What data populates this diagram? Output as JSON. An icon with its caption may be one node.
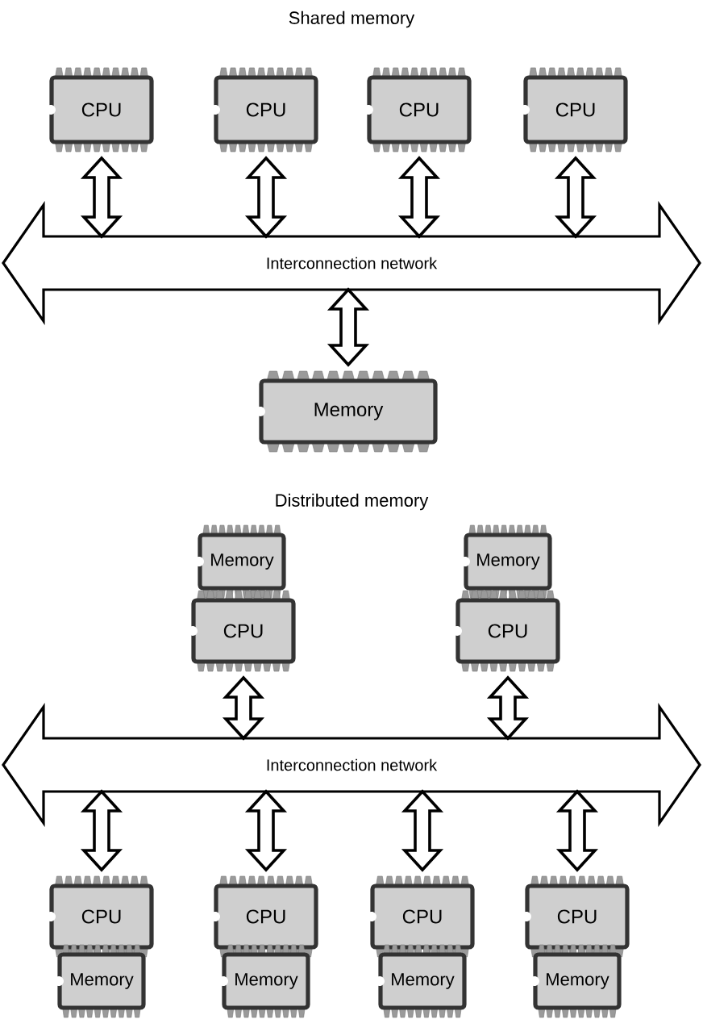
{
  "diagram": {
    "nodes": [
      {
        "text": [
          "CPU"
        ]
      },
      {
        "text": [
          "CPU"
        ]
      },
      {
        "text": [
          "CPU"
        ]
      },
      {
        "text": [
          "CPU"
        ]
      },
      {
        "text": [
          "Interconnection network"
        ]
      },
      {
        "text": [
          "Memory"
        ]
      },
      {
        "text": [
          "Memory"
        ]
      },
      {
        "text": [
          "CPU"
        ]
      },
      {
        "text": [
          "Memory"
        ]
      },
      {
        "text": [
          "CPU"
        ]
      },
      {
        "text": [
          "Interconnection network"
        ]
      },
      {
        "text": [
          "CPU"
        ]
      },
      {
        "text": [
          "CPU"
        ]
      },
      {
        "text": [
          "CPU"
        ]
      },
      {
        "text": [
          "CPU"
        ]
      },
      {
        "text": [
          "Memory"
        ]
      },
      {
        "text": [
          "Memory"
        ]
      },
      {
        "text": [
          "Memory"
        ]
      },
      {
        "text": [
          "Memory"
        ]
      }
    ],
    "edges": [
      {
        "from": 0,
        "to": 4,
        "arrow": "both"
      },
      {
        "from": 1,
        "to": 4,
        "arrow": "both"
      },
      {
        "from": 2,
        "to": 4,
        "arrow": "both"
      },
      {
        "from": 3,
        "to": 4,
        "arrow": "both"
      },
      {
        "from": 4,
        "to": 5,
        "arrow": "both"
      },
      {
        "from": 7,
        "to": 10,
        "arrow": "both"
      },
      {
        "from": 9,
        "to": 10,
        "arrow": "both"
      },
      {
        "from": 10,
        "to": 11,
        "arrow": "both"
      },
      {
        "from": 10,
        "to": 12,
        "arrow": "both"
      },
      {
        "from": 10,
        "to": 13,
        "arrow": "both"
      },
      {
        "from": 10,
        "to": 14,
        "arrow": "both"
      }
    ],
    "labels": [
      "Shared memory",
      "Distributed memory"
    ]
  }
}
